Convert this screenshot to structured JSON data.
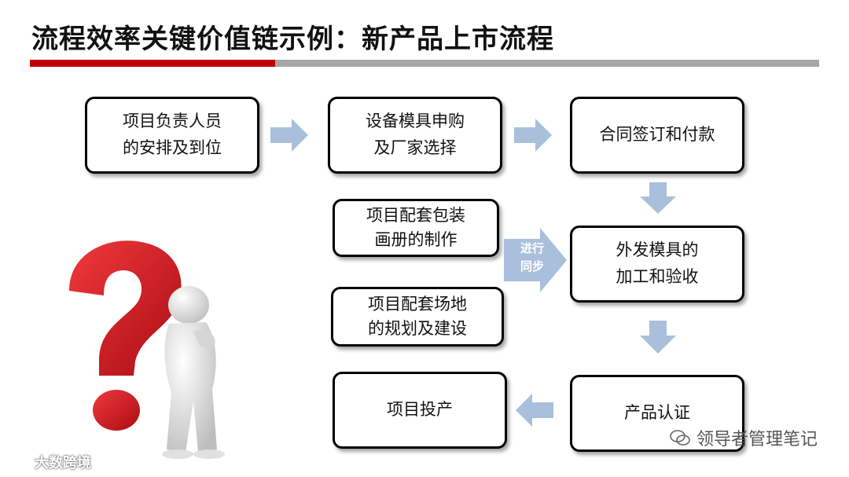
{
  "title": "流程效率关键价值链示例：新产品上市流程",
  "colors": {
    "accent_red": "#c00000",
    "rule_gray": "#a6a6a6",
    "arrow_blue": "#a9bfdc",
    "question_red": "#d8141c"
  },
  "boxes": {
    "staffing": "项目负责人员\n的安排及到位",
    "equipment": "设备模具申购\n及厂家选择",
    "contract": "合同签订和付款",
    "packaging": "项目配套包装\n画册的制作",
    "site": "项目配套场地\n的规划及建设",
    "outsourcing": "外发模具的\n加工和验收",
    "certification": "产品认证",
    "production": "项目投产"
  },
  "sync_label": "进行\n同步",
  "watermark": "领导者管理笔记",
  "logo": "大数跨境"
}
